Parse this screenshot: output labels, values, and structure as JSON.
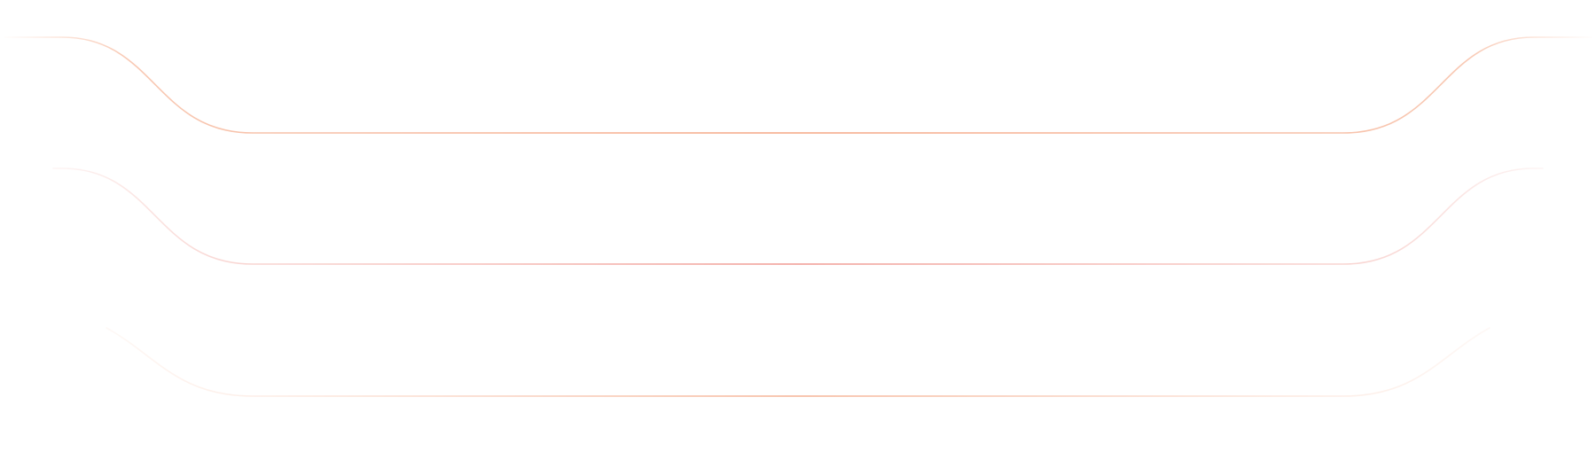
{
  "lines": [
    {
      "color": "#F4A582",
      "opacity": 1.0,
      "fade_start": 0.0
    },
    {
      "color": "#EE8F86",
      "opacity": 0.9,
      "fade_start": 0.05
    },
    {
      "color": "#F4A582",
      "opacity": 0.85,
      "fade_start": 0.1
    }
  ]
}
